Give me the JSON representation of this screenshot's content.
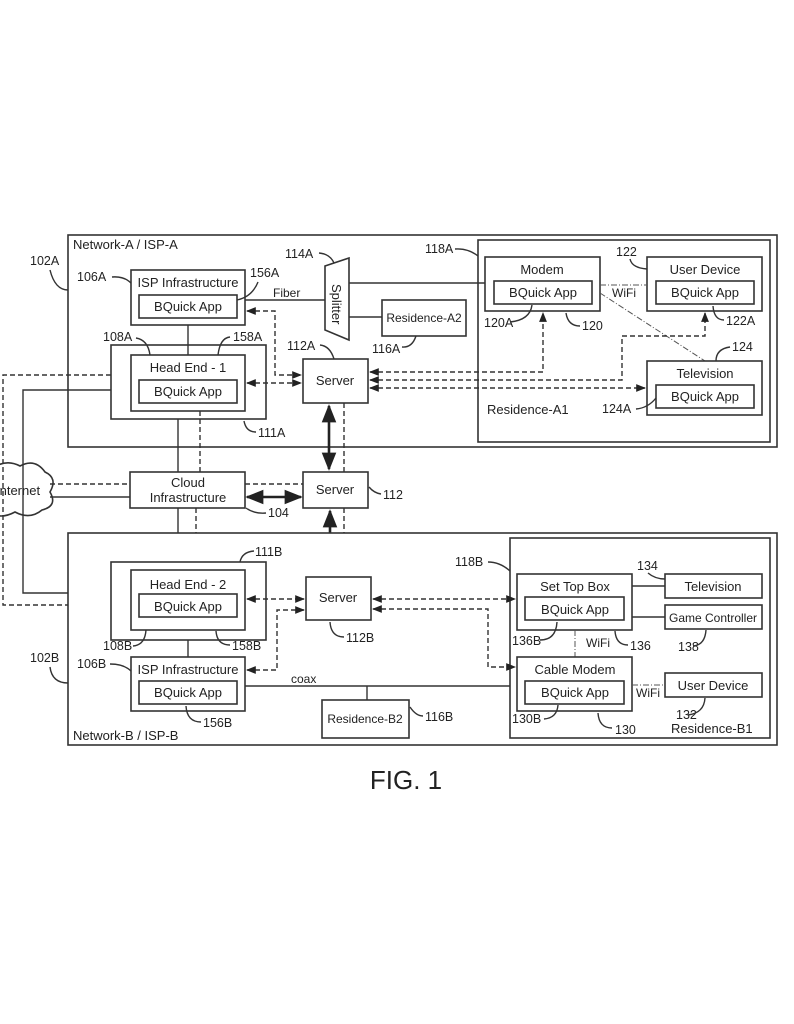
{
  "figure_label": "FIG. 1",
  "network_a": {
    "title": "Network-A / ISP-A",
    "ref": "102A",
    "isp": {
      "title": "ISP Infrastructure",
      "ref": "106A",
      "app": "BQuick App",
      "app_ref": "156A"
    },
    "head_end": {
      "title": "Head End - 1",
      "ref": "108A",
      "outer_ref": "111A",
      "app": "BQuick App",
      "app_ref": "158A"
    },
    "server": {
      "title": "Server",
      "ref": "112A"
    },
    "splitter": {
      "title": "Splitter",
      "ref": "114A"
    },
    "fiber_label": "Fiber",
    "residence_a2": {
      "title": "Residence-A2",
      "ref": "116A"
    },
    "residence_a1": {
      "title": "Residence-A1",
      "ref": "118A",
      "modem": {
        "title": "Modem",
        "ref": "120",
        "app": "BQuick App",
        "app_ref": "120A"
      },
      "user_device": {
        "title": "User Device",
        "ref": "122",
        "app": "BQuick App",
        "app_ref": "122A"
      },
      "television": {
        "title": "Television",
        "ref": "124",
        "app": "BQuick App",
        "app_ref": "124A"
      },
      "wifi_label": "WiFi"
    }
  },
  "internet": {
    "title": "Internet"
  },
  "cloud": {
    "title_line1": "Cloud",
    "title_line2": "Infrastructure",
    "ref": "104"
  },
  "server_main": {
    "title": "Server",
    "ref": "112"
  },
  "network_b": {
    "title": "Network-B / ISP-B",
    "ref": "102B",
    "head_end": {
      "title": "Head End - 2",
      "ref": "108B",
      "outer_ref": "111B",
      "app": "BQuick App",
      "app_ref": "158B"
    },
    "isp": {
      "title": "ISP Infrastructure",
      "ref": "106B",
      "app": "BQuick App",
      "app_ref": "156B"
    },
    "server": {
      "title": "Server",
      "ref": "112B"
    },
    "coax_label": "coax",
    "residence_b2": {
      "title": "Residence-B2",
      "ref": "116B"
    },
    "residence_b1": {
      "title": "Residence-B1",
      "ref": "118B",
      "set_top_box": {
        "title": "Set Top Box",
        "ref": "136",
        "app": "BQuick App",
        "app_ref": "136B"
      },
      "television": {
        "title": "Television",
        "ref": "134"
      },
      "game_controller": {
        "title": "Game Controller",
        "ref": "138"
      },
      "cable_modem": {
        "title": "Cable Modem",
        "ref": "130",
        "app": "BQuick App",
        "app_ref": "130B"
      },
      "user_device": {
        "title": "User Device",
        "ref": "132"
      },
      "wifi_label_1": "WiFi",
      "wifi_label_2": "WiFi"
    }
  }
}
